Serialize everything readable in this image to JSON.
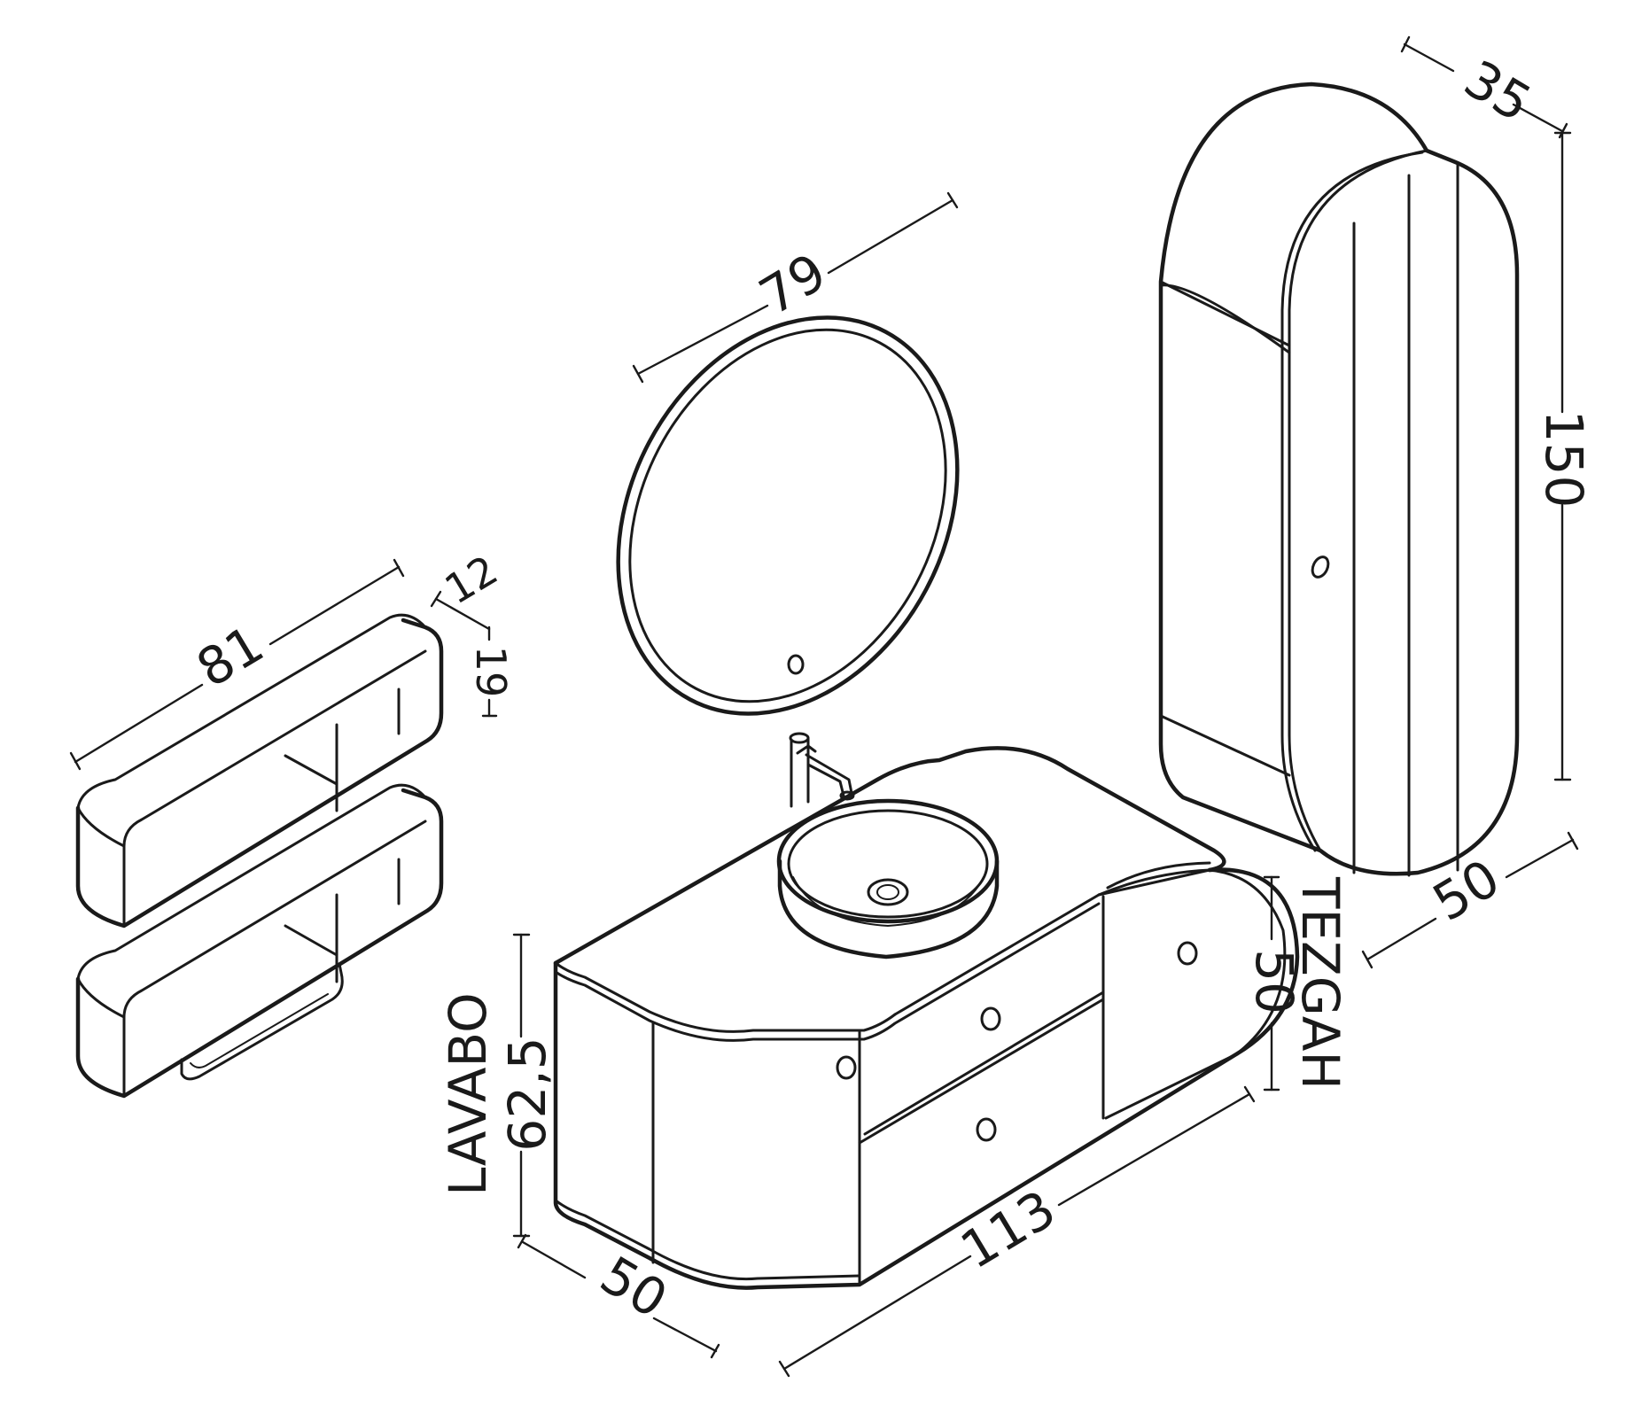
{
  "colors": {
    "line": "#1a1a1a",
    "background": "#ffffff"
  },
  "dimensions": {
    "shelf_width": "81",
    "shelf_depth": "12",
    "shelf_height": "19",
    "mirror_diameter": "79",
    "cabinet_depth": "35",
    "cabinet_height": "150",
    "cabinet_width": "50",
    "vanity_depth": "50",
    "vanity_width": "113",
    "lavabo_height": "62,5",
    "tezgah_height": "50"
  },
  "labels": {
    "lavabo": "LAVABO",
    "tezgah": "TEZGAH"
  }
}
